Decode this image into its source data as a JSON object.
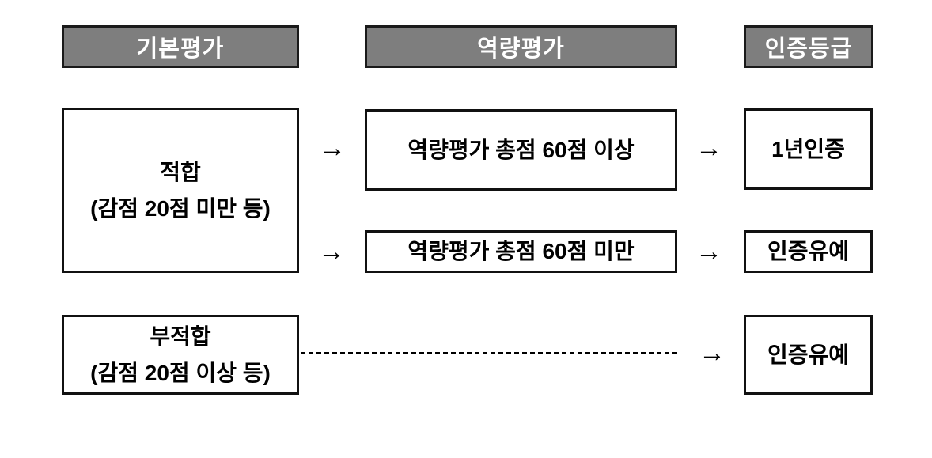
{
  "headers": {
    "basic": "기본평가",
    "competency": "역량평가",
    "grade": "인증등급"
  },
  "flow": {
    "basic_pass": {
      "title": "적합",
      "subtitle": "(감점 20점 미만 등)"
    },
    "basic_fail": {
      "title": "부적합",
      "subtitle": "(감점 20점 이상 등)"
    },
    "competency_pass": "역량평가 총점 60점 이상",
    "competency_fail": "역량평가 총점 60점 미만",
    "grade_one_year": "1년인증",
    "grade_deferred_row2": "인증유예",
    "grade_deferred_row3": "인증유예",
    "arrow": "→"
  },
  "colors": {
    "header_bg": "#7e7e7e",
    "header_text": "#ffffff",
    "box_bg": "#ffffff",
    "box_border": "#111111",
    "text": "#000000",
    "background": "#ffffff"
  }
}
